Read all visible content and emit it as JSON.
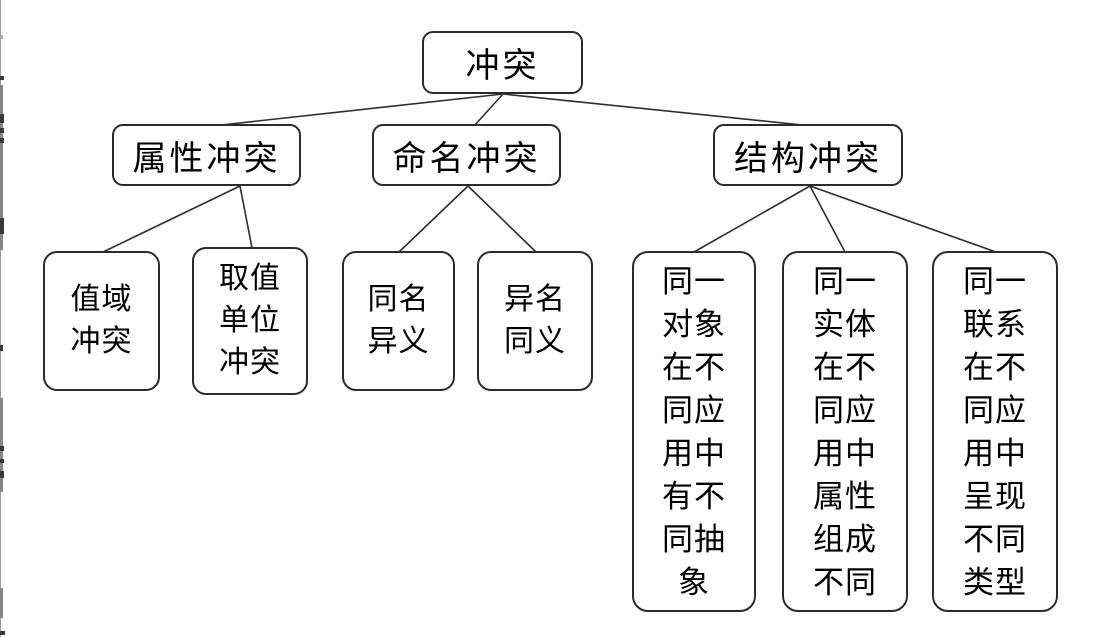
{
  "diagram": {
    "nodes": {
      "root": {
        "label": "冲突"
      },
      "attribute_conflict": {
        "label": "属性冲突"
      },
      "naming_conflict": {
        "label": "命名冲突"
      },
      "structural_conflict": {
        "label": "结构冲突"
      },
      "value_domain_conflict": {
        "label": "值域\n冲突"
      },
      "value_unit_conflict": {
        "label": "取值\n单位\n冲突"
      },
      "same_name_diff_meaning": {
        "label": "同名\n异义"
      },
      "diff_name_same_meaning": {
        "label": "异名\n同义"
      },
      "object_abstraction": {
        "label": "同一\n对象\n在不\n同应\n用中\n有不\n同抽\n象"
      },
      "entity_attributes": {
        "label": "同一\n实体\n在不\n同应\n用中\n属性\n组成\n不同"
      },
      "relation_type": {
        "label": "同一\n联系\n在不\n同应\n用中\n呈现\n不同\n类型"
      }
    },
    "edges": [
      [
        "root",
        "attribute_conflict"
      ],
      [
        "root",
        "naming_conflict"
      ],
      [
        "root",
        "structural_conflict"
      ],
      [
        "attribute_conflict",
        "value_domain_conflict"
      ],
      [
        "attribute_conflict",
        "value_unit_conflict"
      ],
      [
        "naming_conflict",
        "same_name_diff_meaning"
      ],
      [
        "naming_conflict",
        "diff_name_same_meaning"
      ],
      [
        "structural_conflict",
        "object_abstraction"
      ],
      [
        "structural_conflict",
        "entity_attributes"
      ],
      [
        "structural_conflict",
        "relation_type"
      ]
    ],
    "colors": {
      "background": "#ffffff",
      "border": "#2b2b2b",
      "text": "#000000",
      "connector": "#2e2e2e"
    }
  }
}
